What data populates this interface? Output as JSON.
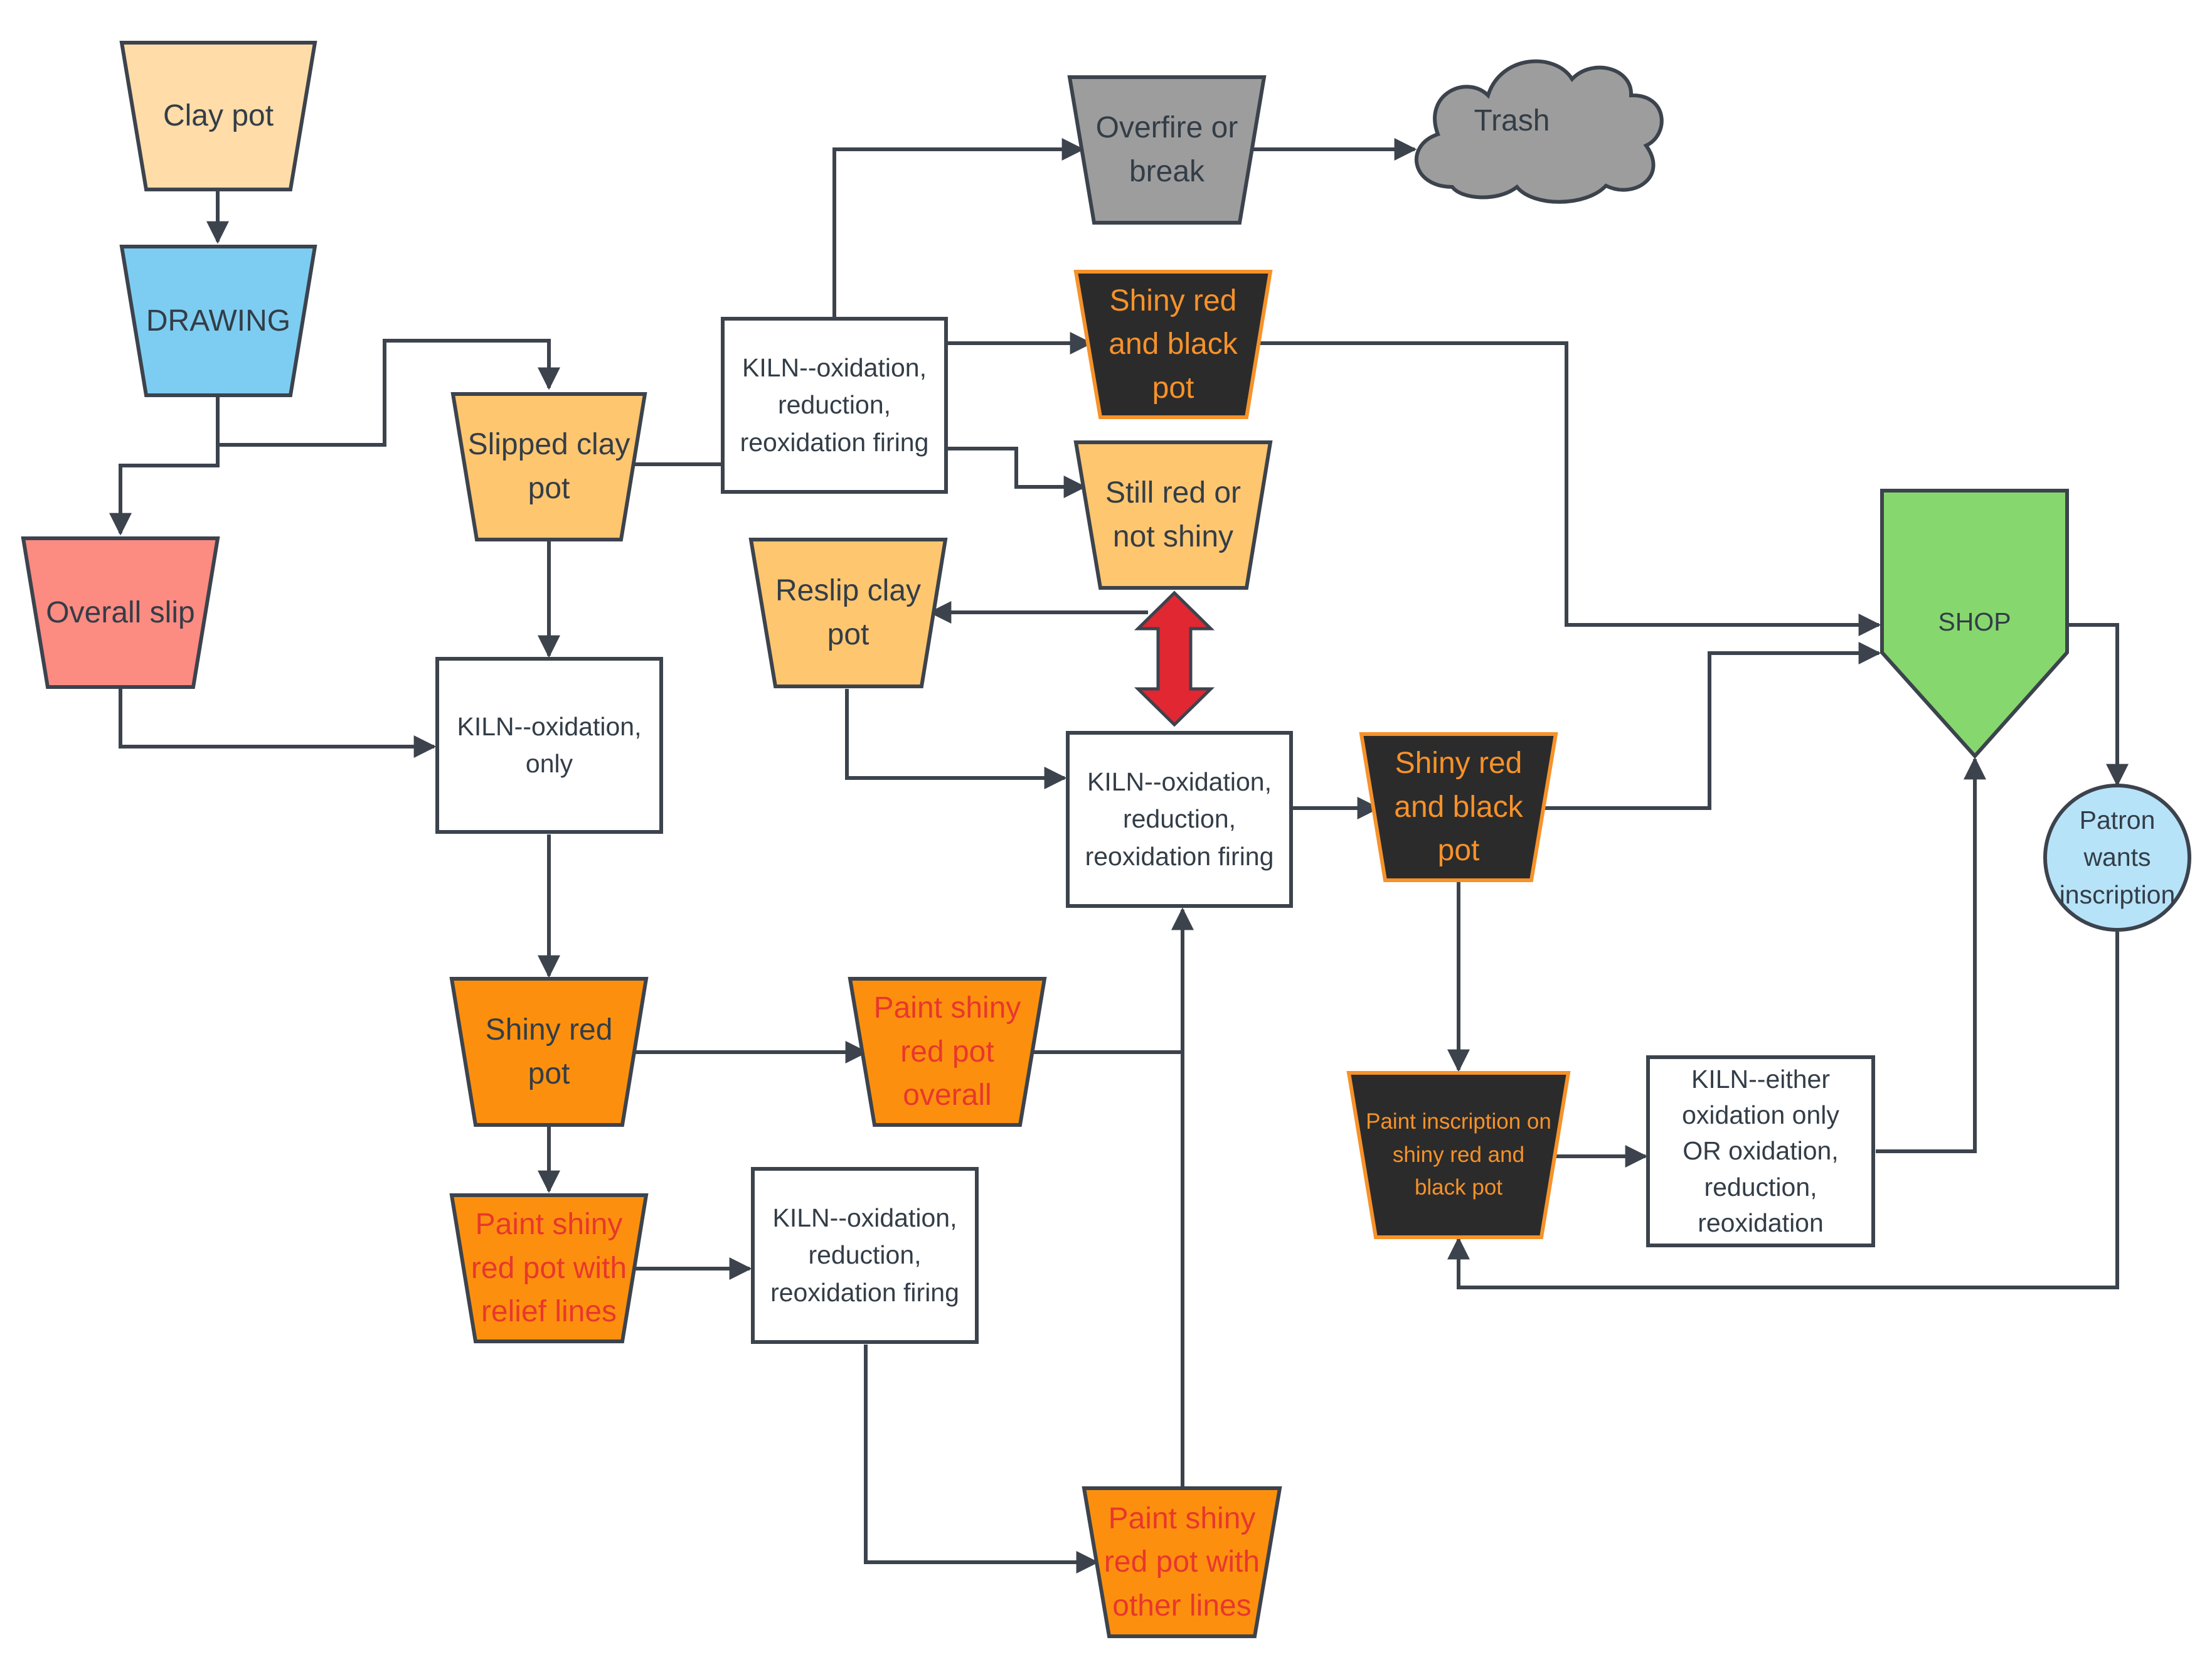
{
  "colors": {
    "stroke": "#3c434d",
    "clay_pot": "#ffdca8",
    "drawing": "#7dcdf2",
    "overall_slip": "#fc8b82",
    "slipped": "#ffc670",
    "shiny_red": "#fc900e",
    "black_pot": "#2b2b2b",
    "black_pot_border": "#f6922a",
    "gray": "#9d9d9d",
    "shop": "#86d86e",
    "patron": "#b7e3f8",
    "double_arrow": "#e02732",
    "text_orange": "#f6922a",
    "text_red": "#e8372e"
  },
  "nodes": {
    "clay_pot": "Clay pot",
    "drawing": "DRAWING",
    "overall_slip": "Overall slip",
    "slipped_clay_pot": "Slipped clay\npot",
    "kiln_top": "KILN--oxidation,\nreduction,\nreoxidation firing",
    "overfire": "Overfire or\nbreak",
    "trash": "Trash",
    "shiny_black_top": "Shiny red\nand black\npot",
    "still_red": "Still red or\nnot shiny",
    "reslip": "Reslip clay\npot",
    "kiln_ox_only": "KILN--oxidation,\nonly",
    "kiln_mid": "KILN--oxidation,\nreduction,\nreoxidation firing",
    "shiny_black_mid": "Shiny red\nand black\npot",
    "shop": "SHOP",
    "patron": "Patron\nwants\ninscription",
    "shiny_red_pot": "Shiny red\npot",
    "paint_overall": "Paint shiny\nred pot\noverall",
    "paint_inscription": "Paint inscription on\nshiny red and\nblack pot",
    "kiln_either": "KILN--either\noxidation only\nOR oxidation,\nreduction,\nreoxidation",
    "paint_relief": "Paint shiny\nred pot with\nrelief lines",
    "kiln_bottom": "KILN--oxidation,\nreduction,\nreoxidation firing",
    "paint_other": "Paint shiny\nred pot with\nother lines"
  }
}
